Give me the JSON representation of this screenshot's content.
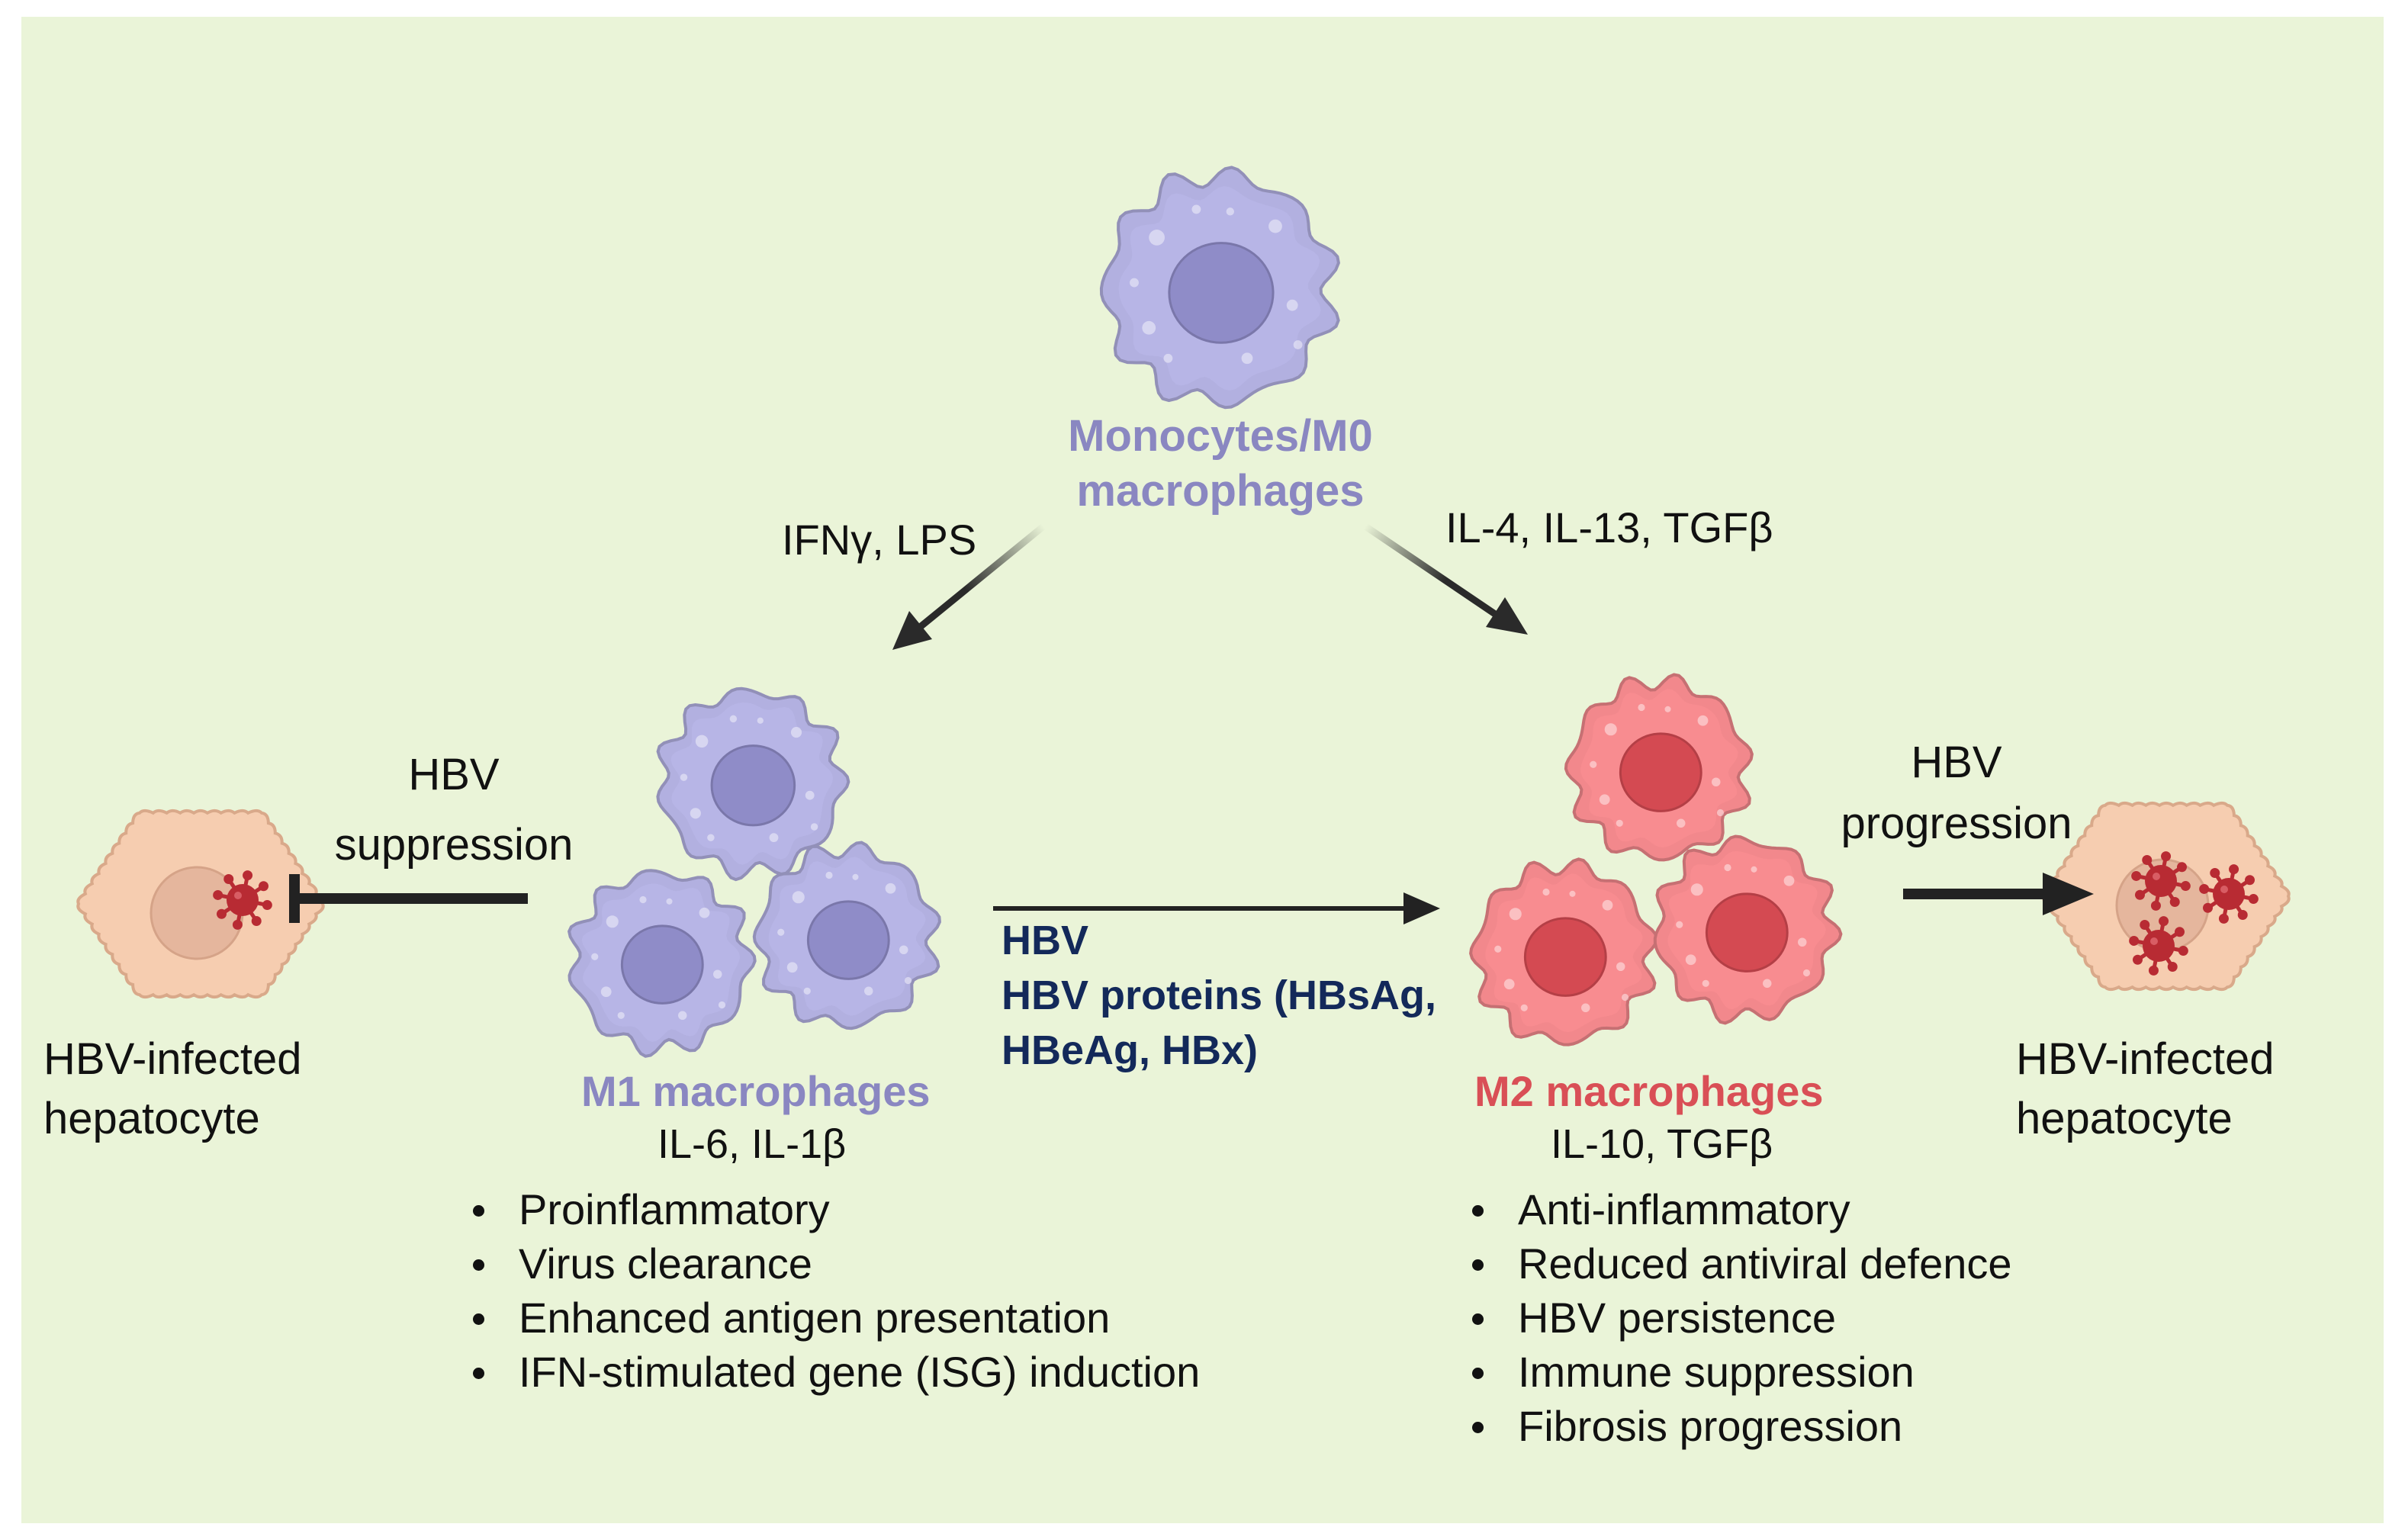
{
  "colors": {
    "background": "#eaf4d8",
    "m0_cell": "#b2b0e0",
    "m0_nucleus": "#8f8cc8",
    "m1_cell": "#b2b0e0",
    "m2_cell": "#f2888c",
    "m2_nucleus": "#d44a52",
    "hepatocyte": "#f6cdb0",
    "virus": "#b82b33",
    "m0_text": "#8a87c1",
    "m2_text": "#d94f56",
    "hbv_text": "#13295a"
  },
  "icons": [
    "monocyte-cell-icon",
    "m1-macrophage-icon",
    "m2-macrophage-icon",
    "hepatocyte-icon",
    "virus-icon"
  ],
  "monocyte": {
    "title": "Monocytes/M0 macrophages"
  },
  "stimuli": {
    "to_m1": "IFNγ, LPS",
    "to_m2": "IL-4, IL-13, TGFβ"
  },
  "left_hepatocyte": {
    "interaction": "HBV suppression",
    "label": "HBV-infected hepatocyte"
  },
  "right_hepatocyte": {
    "interaction": "HBV progression",
    "label": "HBV-infected hepatocyte"
  },
  "polarization": {
    "line1": "HBV",
    "line2": "HBV proteins (HBsAg, HBeAg, HBx)"
  },
  "m1": {
    "title": "M1 macrophages",
    "cytokines": "IL-6, IL-1β",
    "features": [
      "Proinflammatory",
      "Virus clearance",
      "Enhanced antigen presentation",
      "IFN-stimulated gene (ISG) induction"
    ]
  },
  "m2": {
    "title": "M2 macrophages",
    "cytokines": "IL-10, TGFβ",
    "features": [
      "Anti-inflammatory",
      "Reduced antiviral defence",
      "HBV persistence",
      "Immune suppression",
      "Fibrosis progression"
    ]
  }
}
